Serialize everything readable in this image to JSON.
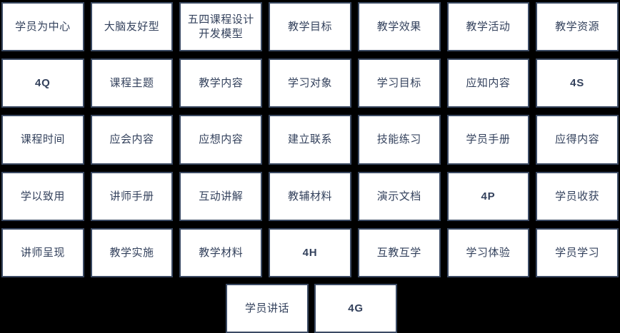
{
  "colors": {
    "background": "#000000",
    "cell_fill": "#ffffff",
    "cell_border": "#3b4a63",
    "text": "#33415c"
  },
  "board": {
    "columns": 7,
    "rows": 5,
    "rows_data": [
      [
        {
          "label": "学员为中心",
          "script": "han"
        },
        {
          "label": "大脑友好型",
          "script": "han"
        },
        {
          "label": "五四课程设计开发模型",
          "script": "han"
        },
        {
          "label": "教学目标",
          "script": "han"
        },
        {
          "label": "教学效果",
          "script": "han"
        },
        {
          "label": "教学活动",
          "script": "han"
        },
        {
          "label": "教学资源",
          "script": "han"
        }
      ],
      [
        {
          "label": "4Q",
          "script": "latin"
        },
        {
          "label": "课程主题",
          "script": "han"
        },
        {
          "label": "教学内容",
          "script": "han"
        },
        {
          "label": "学习对象",
          "script": "han"
        },
        {
          "label": "学习目标",
          "script": "han"
        },
        {
          "label": "应知内容",
          "script": "han"
        },
        {
          "label": "4S",
          "script": "latin"
        }
      ],
      [
        {
          "label": "课程时间",
          "script": "han"
        },
        {
          "label": "应会内容",
          "script": "han"
        },
        {
          "label": "应想内容",
          "script": "han"
        },
        {
          "label": "建立联系",
          "script": "han"
        },
        {
          "label": "技能练习",
          "script": "han"
        },
        {
          "label": "学员手册",
          "script": "han"
        },
        {
          "label": "应得内容",
          "script": "han"
        }
      ],
      [
        {
          "label": "学以致用",
          "script": "han"
        },
        {
          "label": "讲师手册",
          "script": "han"
        },
        {
          "label": "互动讲解",
          "script": "han"
        },
        {
          "label": "教辅材料",
          "script": "han"
        },
        {
          "label": "演示文档",
          "script": "han"
        },
        {
          "label": "4P",
          "script": "latin"
        },
        {
          "label": "学员收获",
          "script": "han"
        }
      ],
      [
        {
          "label": "讲师呈现",
          "script": "han"
        },
        {
          "label": "教学实施",
          "script": "han"
        },
        {
          "label": "教学材料",
          "script": "han"
        },
        {
          "label": "4H",
          "script": "latin"
        },
        {
          "label": "互教互学",
          "script": "han"
        },
        {
          "label": "学习体验",
          "script": "han"
        },
        {
          "label": "学员学习",
          "script": "han"
        }
      ]
    ],
    "bottom_row": [
      {
        "label": "学员讲话",
        "script": "han"
      },
      {
        "label": "4G",
        "script": "latin"
      }
    ]
  }
}
